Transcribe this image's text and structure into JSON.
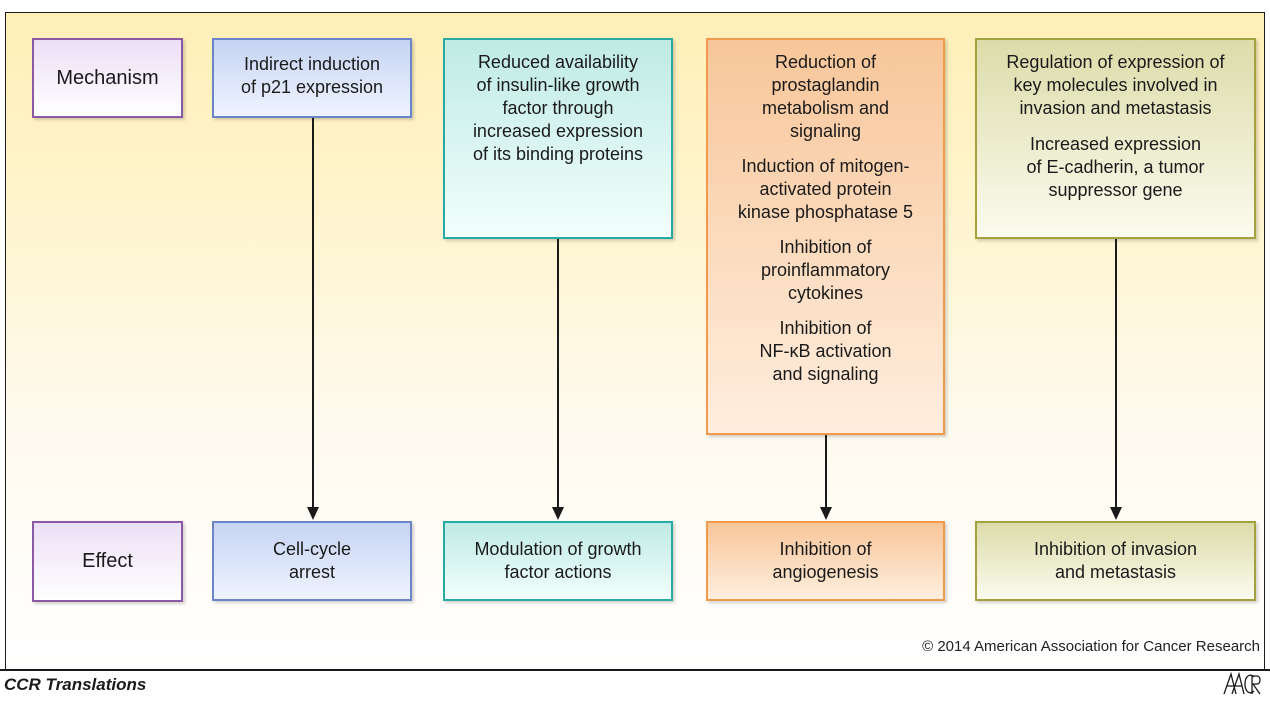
{
  "row_labels": {
    "mechanism": "Mechanism",
    "effect": "Effect"
  },
  "columns": [
    {
      "mechanism": [
        "Indirect induction",
        "of p21 expression"
      ],
      "effect": [
        "Cell-cycle",
        "arrest"
      ]
    },
    {
      "mechanism": [
        "Reduced availability",
        "of insulin-like growth",
        "factor through",
        "increased expression",
        "of its binding proteins"
      ],
      "effect": [
        "Modulation of growth",
        "factor actions"
      ]
    },
    {
      "mechanism_paragraphs": [
        [
          "Reduction of",
          "prostaglandin",
          "metabolism and",
          "signaling"
        ],
        [
          "Induction of mitogen-",
          "activated protein",
          "kinase phosphatase 5"
        ],
        [
          "Inhibition of",
          "proinflammatory",
          "cytokines"
        ],
        [
          "Inhibition of",
          "NF-κB activation",
          "and signaling"
        ]
      ],
      "effect": [
        "Inhibition of",
        "angiogenesis"
      ]
    },
    {
      "mechanism_paragraphs": [
        [
          "Regulation of expression of",
          "key molecules involved in",
          "invasion and metastasis"
        ],
        [
          "Increased expression",
          "of E-cadherin, a tumor",
          "suppressor gene"
        ]
      ],
      "effect": [
        "Inhibition of invasion",
        "and metastasis"
      ]
    }
  ],
  "colors": {
    "purple": "#8b5aa6",
    "blue": "#6b86c8",
    "teal": "#27a9a4",
    "orange": "#ef9a4c",
    "olive": "#a3a23e"
  },
  "copyright": "© 2014 American Association for Cancer Research",
  "footer": "CCR Translations",
  "logo_text": "AACR"
}
